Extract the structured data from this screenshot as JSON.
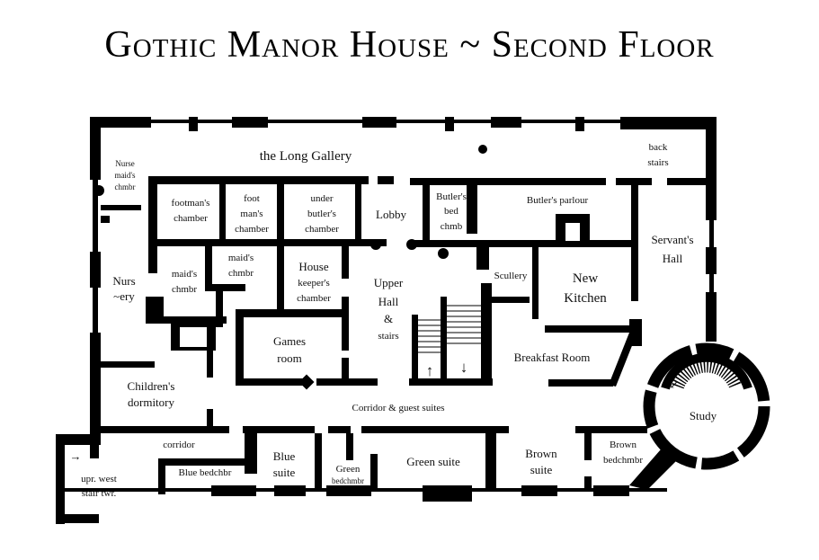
{
  "title": "Gothic Manor House ~ Second Floor",
  "rooms": {
    "long_gallery": [
      "the Long Gallery"
    ],
    "nurse_maid": [
      "Nurse",
      "maid's",
      "chmbr"
    ],
    "footmans": [
      "footman's",
      "chamber"
    ],
    "foot_mans": [
      "foot",
      "man's",
      "chamber"
    ],
    "under_butler": [
      "under",
      "butler's",
      "chamber"
    ],
    "lobby": [
      "Lobby"
    ],
    "butlers_bed": [
      "Butler's",
      "bed",
      "chmb"
    ],
    "butlers_parlour": [
      "Butler's parlour"
    ],
    "back_stairs": [
      "back",
      "stairs"
    ],
    "servants_hall": [
      "Servant's",
      "Hall"
    ],
    "nursery": [
      "Nurs",
      "~ery"
    ],
    "maids_chmbr_1": [
      "maid's",
      "chmbr"
    ],
    "maids_chmbr_2": [
      "maid's",
      "chmbr"
    ],
    "housekeeper": [
      "House",
      "keeper's",
      "chamber"
    ],
    "upper_hall": [
      "Upper",
      "Hall",
      "&",
      "stairs"
    ],
    "scullery": [
      "Scullery"
    ],
    "new_kitchen": [
      "New",
      "Kitchen"
    ],
    "games_room": [
      "Games",
      "room"
    ],
    "breakfast_room": [
      "Breakfast Room"
    ],
    "childrens_dorm": [
      "Children's",
      "dormitory"
    ],
    "corridor_guest": [
      "Corridor & guest suites"
    ],
    "study": [
      "Study"
    ],
    "corridor": [
      "corridor"
    ],
    "blue_bedchbr": [
      "Blue bedchbr"
    ],
    "blue_suite": [
      "Blue",
      "suite"
    ],
    "green_bedchmbr": [
      "Green",
      "bedchmbr"
    ],
    "green_suite": [
      "Green suite"
    ],
    "brown_suite": [
      "Brown",
      "suite"
    ],
    "brown_bedchmbr": [
      "Brown",
      "bedchmbr"
    ],
    "west_stair": [
      "upr. west",
      "stair twr."
    ]
  }
}
